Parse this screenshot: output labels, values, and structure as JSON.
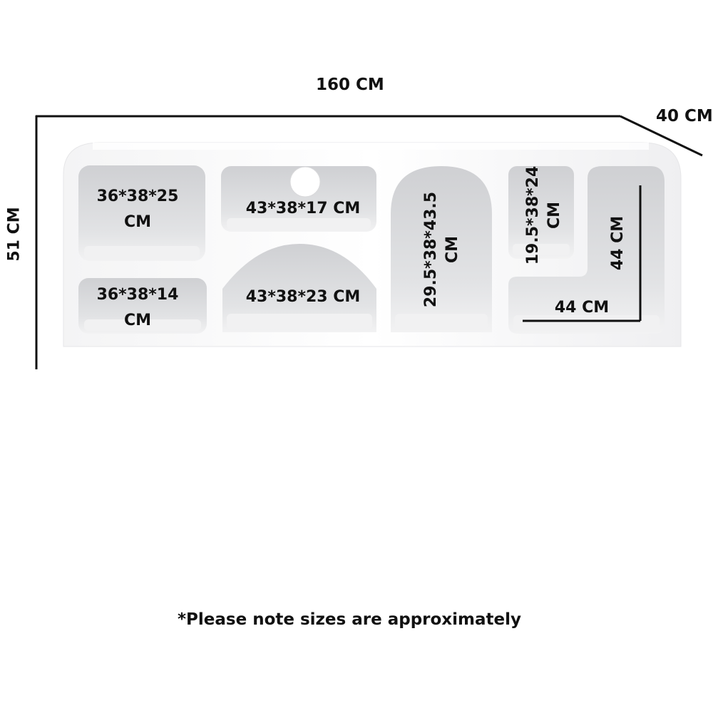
{
  "dimensions": {
    "width": "160 CM",
    "depth": "40 CM",
    "height": "51 CM"
  },
  "compartments": [
    {
      "name": "top-left",
      "line1": "36*38*25",
      "line2": "CM"
    },
    {
      "name": "bottom-left",
      "line1": "36*38*14",
      "line2": "CM"
    },
    {
      "name": "top-middle",
      "line1": "43*38*17 CM"
    },
    {
      "name": "bottom-middle-arch",
      "line1": "43*38*23 CM"
    },
    {
      "name": "tall-arch",
      "line1": "29.5*38*43.5",
      "line2": "CM"
    },
    {
      "name": "small-right",
      "line1": "19.5*38*24",
      "line2": "CM"
    },
    {
      "name": "l-shape-vertical",
      "line1": "44 CM"
    },
    {
      "name": "l-shape-horizontal",
      "line1": "44 CM"
    }
  ],
  "note": "*Please note sizes are approximately",
  "colors": {
    "cabinet": "#fdfdfd",
    "cavity": "#dcdcde",
    "line": "#111111"
  }
}
